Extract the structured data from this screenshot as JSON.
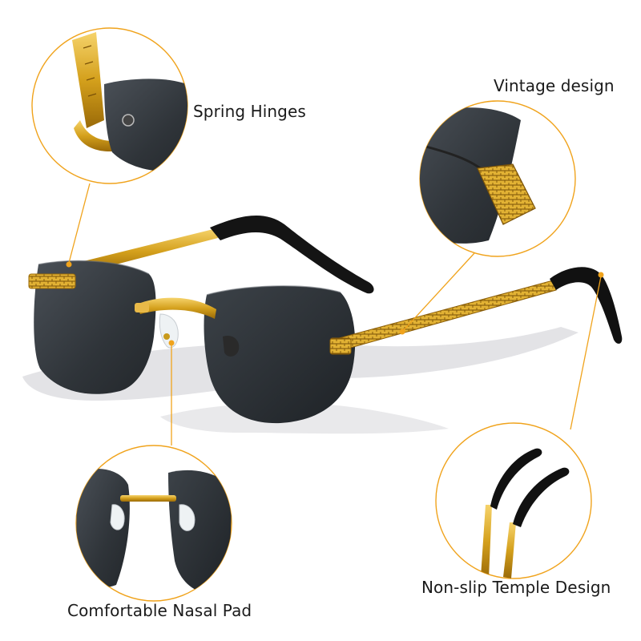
{
  "callouts": {
    "spring_hinges": "Spring Hinges",
    "vintage_design": "Vintage design",
    "nasal_pad": "Comfortable Nasal Pad",
    "temple_design": "Non-slip Temple Design"
  },
  "colors": {
    "accent_line": "#f0a31c",
    "gold": "#d9a21b",
    "lens": "#3a3f45",
    "tip": "#0f0f0f"
  }
}
